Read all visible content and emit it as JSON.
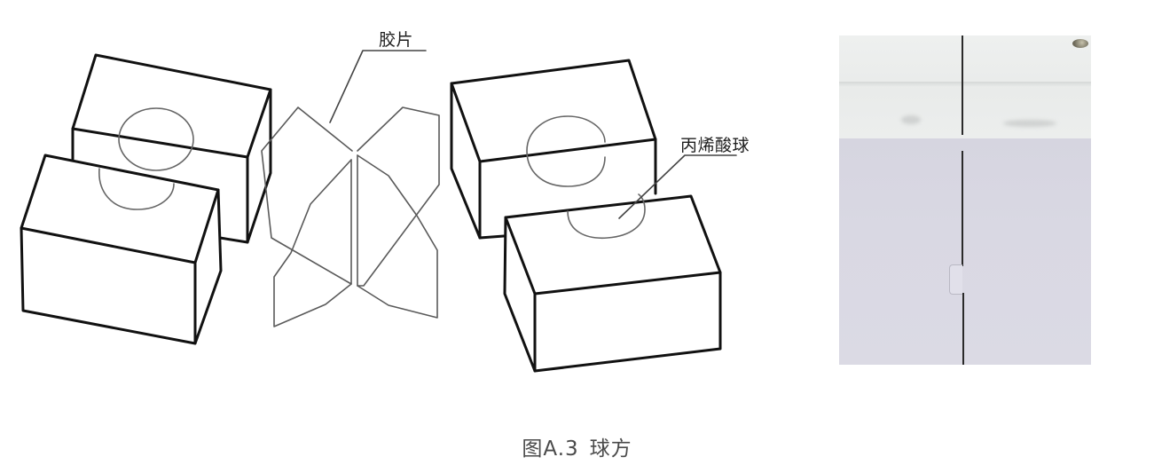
{
  "figure": {
    "labels": {
      "film": "胶片",
      "acrylic_ball": "丙烯酸球"
    },
    "caption": {
      "number": "图A.3",
      "title": "球方"
    },
    "colors": {
      "outline": "#111111",
      "thin_line": "#5a5a5a",
      "caption_text": "#4a4a4a",
      "photo_top": "#eceeed",
      "photo_front": "#d8d7e2"
    }
  }
}
